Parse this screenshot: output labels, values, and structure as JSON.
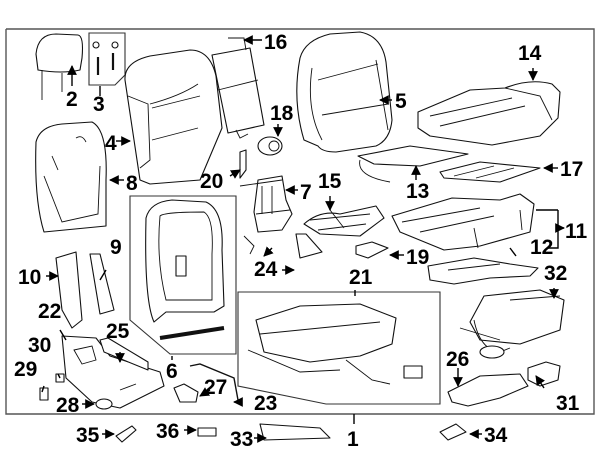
{
  "diagram": {
    "title": "Front seat assembly — exploded parts view",
    "callouts": [
      {
        "id": "c1",
        "number": "1",
        "part": "seat-assembly"
      },
      {
        "id": "c2",
        "number": "2",
        "part": "headrest"
      },
      {
        "id": "c3",
        "number": "3",
        "part": "headrest-guides"
      },
      {
        "id": "c4",
        "number": "4",
        "part": "seatback-pad"
      },
      {
        "id": "c5",
        "number": "5",
        "part": "seatback-cover"
      },
      {
        "id": "c6",
        "number": "6",
        "part": "seatback-frame"
      },
      {
        "id": "c7",
        "number": "7",
        "part": "lumbar-motor"
      },
      {
        "id": "c8",
        "number": "8",
        "part": "seatback-heater"
      },
      {
        "id": "c9",
        "number": "9",
        "part": "side-trim-inner"
      },
      {
        "id": "c10",
        "number": "10",
        "part": "side-trim-outer"
      },
      {
        "id": "c11",
        "number": "11",
        "part": "cushion-assembly"
      },
      {
        "id": "c12",
        "number": "12",
        "part": "cushion-pan"
      },
      {
        "id": "c13",
        "number": "13",
        "part": "cushion-heater"
      },
      {
        "id": "c14",
        "number": "14",
        "part": "cushion-cover"
      },
      {
        "id": "c15",
        "number": "15",
        "part": "wire-harness"
      },
      {
        "id": "c16",
        "number": "16",
        "part": "back-panel"
      },
      {
        "id": "c17",
        "number": "17",
        "part": "occupant-sensor"
      },
      {
        "id": "c18",
        "number": "18",
        "part": "blower-motor"
      },
      {
        "id": "c19",
        "number": "19",
        "part": "cushion-vent"
      },
      {
        "id": "c20",
        "number": "20",
        "part": "bracket"
      },
      {
        "id": "c21",
        "number": "21",
        "part": "seat-track"
      },
      {
        "id": "c22",
        "number": "22",
        "part": "outer-shield"
      },
      {
        "id": "c23",
        "number": "23",
        "part": "release-cable"
      },
      {
        "id": "c24",
        "number": "24",
        "part": "trim-cover"
      },
      {
        "id": "c25",
        "number": "25",
        "part": "inner-shield"
      },
      {
        "id": "c26",
        "number": "26",
        "part": "track-cover"
      },
      {
        "id": "c27",
        "number": "27",
        "part": "recliner-handle"
      },
      {
        "id": "c28",
        "number": "28",
        "part": "knob"
      },
      {
        "id": "c29",
        "number": "29",
        "part": "switch-knob"
      },
      {
        "id": "c30",
        "number": "30",
        "part": "switch-knob-2"
      },
      {
        "id": "c31",
        "number": "31",
        "part": "control-module"
      },
      {
        "id": "c32",
        "number": "32",
        "part": "harness"
      },
      {
        "id": "c33",
        "number": "33",
        "part": "track-trim"
      },
      {
        "id": "c34",
        "number": "34",
        "part": "belt-buckle"
      },
      {
        "id": "c35",
        "number": "35",
        "part": "anchor"
      },
      {
        "id": "c36",
        "number": "36",
        "part": "latch-cover"
      }
    ]
  }
}
